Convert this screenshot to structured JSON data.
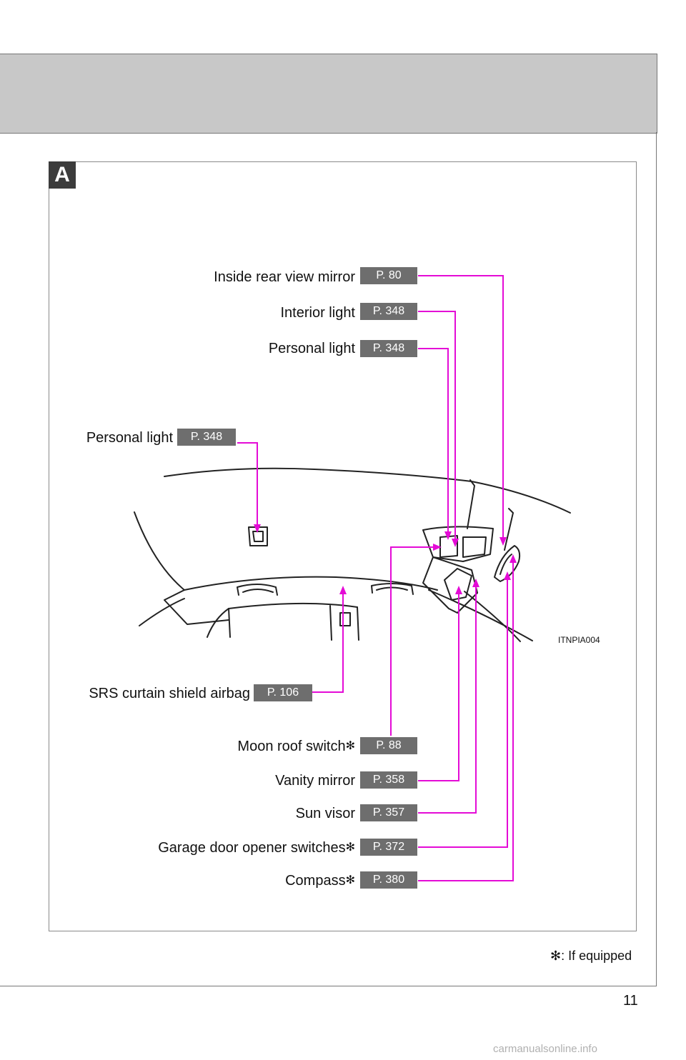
{
  "section": {
    "tag": "A"
  },
  "callouts": [
    {
      "id": "inside-rear-view-mirror",
      "label": "Inside rear view mirror",
      "page": "P. 80",
      "optional": false
    },
    {
      "id": "interior-light",
      "label": "Interior light",
      "page": "P. 348",
      "optional": false
    },
    {
      "id": "personal-light-front",
      "label": "Personal light",
      "page": "P. 348",
      "optional": false
    },
    {
      "id": "personal-light-rear",
      "label": "Personal light",
      "page": "P. 348",
      "optional": false
    },
    {
      "id": "srs-curtain-shield-airbag",
      "label": "SRS curtain shield airbag",
      "page": "P. 106",
      "optional": false
    },
    {
      "id": "moon-roof-switch",
      "label": "Moon roof switch",
      "page": "P. 88",
      "optional": true
    },
    {
      "id": "vanity-mirror",
      "label": "Vanity mirror",
      "page": "P. 358",
      "optional": false
    },
    {
      "id": "sun-visor",
      "label": "Sun visor",
      "page": "P. 357",
      "optional": false
    },
    {
      "id": "garage-door-opener-switches",
      "label": "Garage door opener switches",
      "page": "P. 372",
      "optional": true
    },
    {
      "id": "compass",
      "label": "Compass",
      "page": "P. 380",
      "optional": true
    }
  ],
  "optional_marker": "✻",
  "image_code": "ITNPIA004",
  "footnote": {
    "marker": "✻",
    "text": ": If equipped"
  },
  "page_number": "11",
  "watermark": "carmanualsonline.info",
  "colors": {
    "leader": "#e40bd6",
    "ref_box": "#6e6e6e",
    "header_band": "#c8c8c8",
    "tag": "#3c3c3c"
  }
}
